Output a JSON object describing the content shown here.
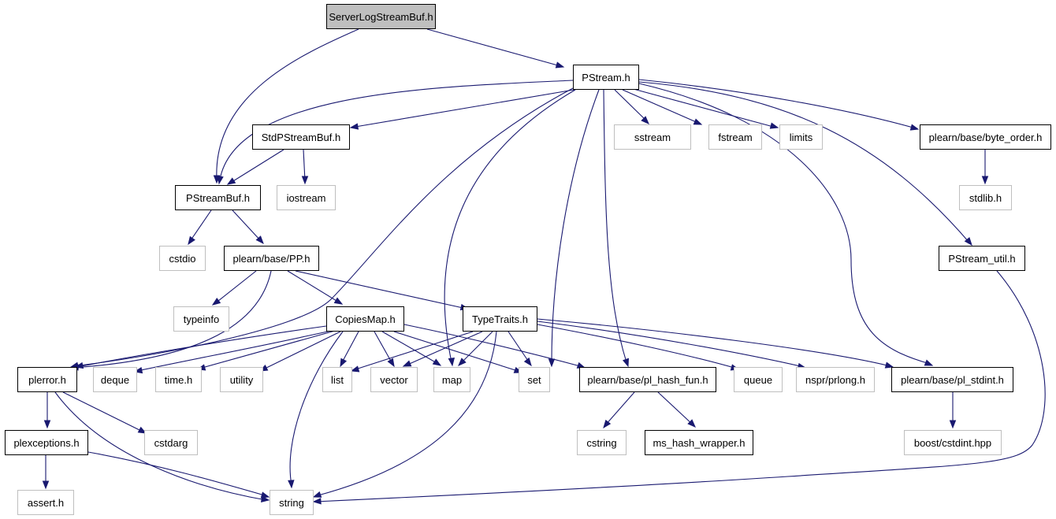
{
  "colors": {
    "edge": "#191970",
    "root_fill": "#bfbfbf",
    "system_border": "#bfbfbf",
    "local_border": "#000000"
  },
  "nodes": {
    "root": "ServerLogStreamBuf.h",
    "pstream": "PStream.h",
    "stdpstreambuf": "StdPStreamBuf.h",
    "pstreambuf": "PStreamBuf.h",
    "sstream": "sstream",
    "fstream": "fstream",
    "limits": "limits",
    "byteorder": "plearn/base/byte_order.h",
    "iostream": "iostream",
    "stdlib": "stdlib.h",
    "cstdio": "cstdio",
    "pp": "plearn/base/PP.h",
    "pstreamutil": "PStream_util.h",
    "typeinfo": "typeinfo",
    "copiesmap": "CopiesMap.h",
    "typetraits": "TypeTraits.h",
    "plerror": "plerror.h",
    "deque": "deque",
    "timeh": "time.h",
    "utility": "utility",
    "list": "list",
    "vector": "vector",
    "map": "map",
    "set": "set",
    "hashfun": "plearn/base/pl_hash_fun.h",
    "queue": "queue",
    "prlong": "nspr/prlong.h",
    "stdint": "plearn/base/pl_stdint.h",
    "plexceptions": "plexceptions.h",
    "cstdarg": "cstdarg",
    "cstring": "cstring",
    "mshash": "ms_hash_wrapper.h",
    "boostcstdint": "boost/cstdint.hpp",
    "asserth": "assert.h",
    "string": "string"
  }
}
